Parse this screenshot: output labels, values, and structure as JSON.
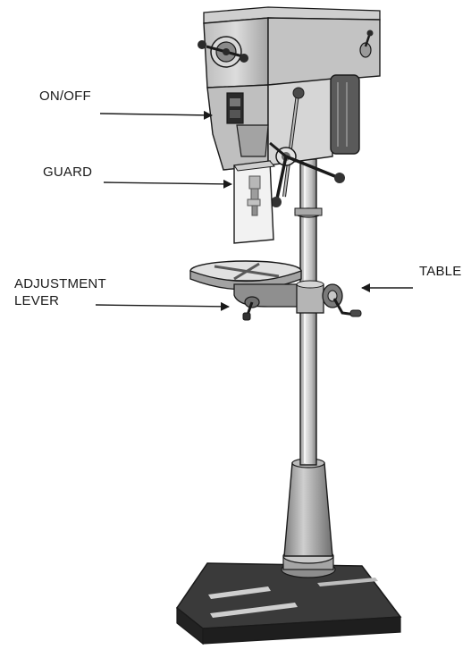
{
  "labels": {
    "on_off": "ON/OFF",
    "guard": "GUARD",
    "adjustment_line1": "ADJUSTMENT",
    "adjustment_line2": "LEVER",
    "table": "TABLE"
  },
  "colors": {
    "ink": "#1a1a1a",
    "metal_light": "#d9d9d9",
    "metal_mid": "#a8a8a8",
    "metal_dark": "#5f5f5f",
    "base_dark": "#2e2e2e",
    "guard_fill": "#f2f2f2"
  }
}
